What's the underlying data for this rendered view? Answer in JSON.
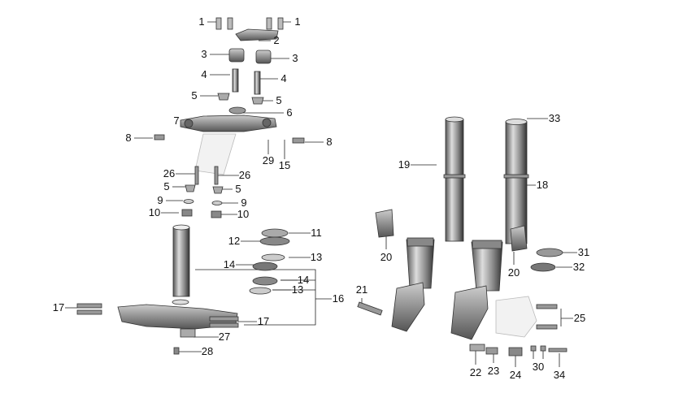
{
  "diagram": {
    "title": "Front fork exploded view",
    "labels": [
      "1",
      "1",
      "2",
      "3",
      "3",
      "4",
      "4",
      "5",
      "5",
      "6",
      "7",
      "8",
      "8",
      "29",
      "15",
      "26",
      "26",
      "5",
      "5",
      "9",
      "9",
      "10",
      "10",
      "11",
      "12",
      "13",
      "14",
      "14",
      "13",
      "16",
      "17",
      "17",
      "27",
      "28",
      "33",
      "19",
      "18",
      "20",
      "20",
      "21",
      "31",
      "32",
      "25",
      "22",
      "23",
      "24",
      "30",
      "34"
    ]
  }
}
